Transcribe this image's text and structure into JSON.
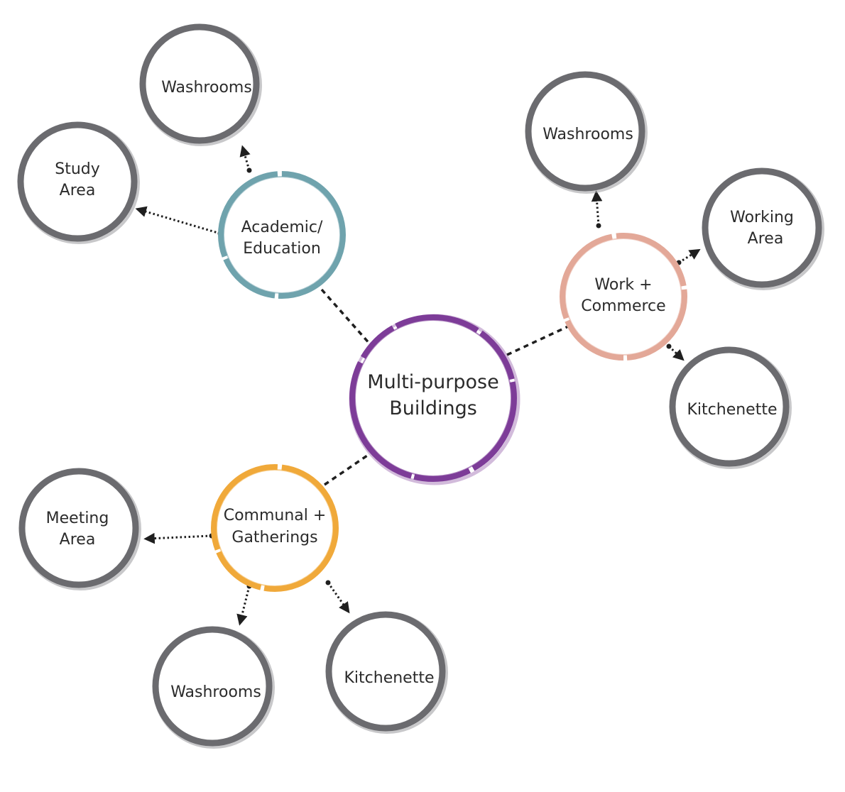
{
  "center": {
    "line1": "Multi-purpose",
    "line2": "Buildings",
    "color": "#7d3c98"
  },
  "hubs": {
    "academic": {
      "line1": "Academic/",
      "line2": "Education",
      "color": "#6fa3ad"
    },
    "work": {
      "line1": "Work +",
      "line2": "Commerce",
      "color": "#e3a898"
    },
    "communal": {
      "line1": "Communal +",
      "line2": "Gatherings",
      "color": "#f0a93a"
    }
  },
  "leaves": {
    "academic_washrooms": {
      "line1": "Washrooms",
      "line2": ""
    },
    "academic_study": {
      "line1": "Study",
      "line2": "Area"
    },
    "work_washrooms": {
      "line1": "Washrooms",
      "line2": ""
    },
    "work_working": {
      "line1": "Working",
      "line2": "Area"
    },
    "work_kitchenette": {
      "line1": "Kitchenette",
      "line2": ""
    },
    "communal_meeting": {
      "line1": "Meeting",
      "line2": "Area"
    },
    "communal_washrooms": {
      "line1": "Washrooms",
      "line2": ""
    },
    "communal_kitchenette": {
      "line1": "Kitchenette",
      "line2": ""
    }
  },
  "leaf_color": "#6b6b6f"
}
